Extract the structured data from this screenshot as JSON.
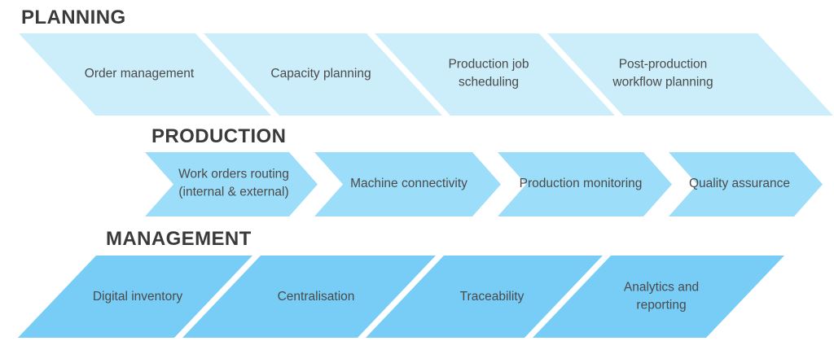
{
  "colors": {
    "background": "#ffffff",
    "planning_fill": "#cceefb",
    "production_fill": "#9cddf9",
    "management_fill": "#78cdf6",
    "heading_text": "#3a3a3a",
    "tile_text": "#4a4a4a"
  },
  "bands": [
    {
      "id": "planning",
      "title": "PLANNING",
      "shape": "parallelogram",
      "tiles": [
        {
          "label": "Order management"
        },
        {
          "label": "Capacity planning"
        },
        {
          "label": "Production job\nscheduling"
        },
        {
          "label": "Post-production\nworkflow planning"
        }
      ]
    },
    {
      "id": "production",
      "title": "PRODUCTION",
      "shape": "chevron",
      "tiles": [
        {
          "label": "Work orders routing\n(internal & external)"
        },
        {
          "label": "Machine connectivity"
        },
        {
          "label": "Production monitoring"
        },
        {
          "label": "Quality assurance"
        }
      ]
    },
    {
      "id": "management",
      "title": "MANAGEMENT",
      "shape": "parallelogram",
      "tiles": [
        {
          "label": "Digital inventory"
        },
        {
          "label": "Centralisation"
        },
        {
          "label": "Traceability"
        },
        {
          "label": "Analytics and\nreporting"
        }
      ]
    }
  ]
}
